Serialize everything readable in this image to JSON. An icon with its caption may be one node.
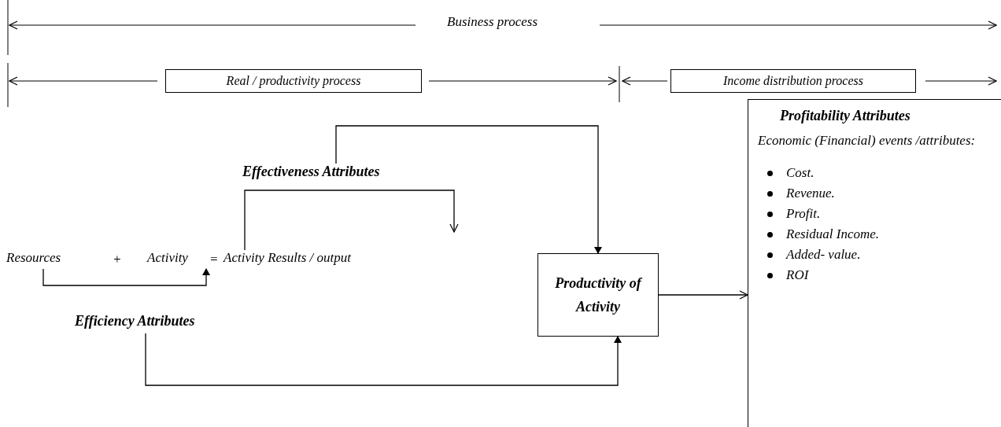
{
  "diagram": {
    "nodes": [
      {
        "text": [
          "Real / productivity process"
        ]
      },
      {
        "text": [
          "Income distribution process"
        ]
      },
      {
        "text": [
          "Profitability Attributes",
          "Economic (Financial) events /attributes:",
          "Cost.",
          "Revenue.",
          "Profit.",
          "Residual Income.",
          "Added- value.",
          "ROI"
        ]
      },
      {
        "text": [
          "Effectiveness Attributes"
        ]
      },
      {
        "text": [
          "Resources"
        ]
      },
      {
        "text": [
          "Activity"
        ]
      },
      {
        "text": [
          "Activity Results / output"
        ]
      },
      {
        "text": [
          "Efficiency Attributes"
        ]
      },
      {
        "text": [
          "Productivity of Activity"
        ]
      }
    ],
    "edges": [
      {
        "from": 6,
        "to": null,
        "arrow": "to"
      },
      {
        "from": 3,
        "to": 8,
        "arrow": "to"
      },
      {
        "from": 4,
        "to": 5,
        "arrow": "to"
      },
      {
        "from": 7,
        "to": 8,
        "arrow": "to"
      },
      {
        "from": 8,
        "to": 2,
        "arrow": "to"
      }
    ],
    "labels": [
      "Business process",
      "+",
      "="
    ]
  }
}
